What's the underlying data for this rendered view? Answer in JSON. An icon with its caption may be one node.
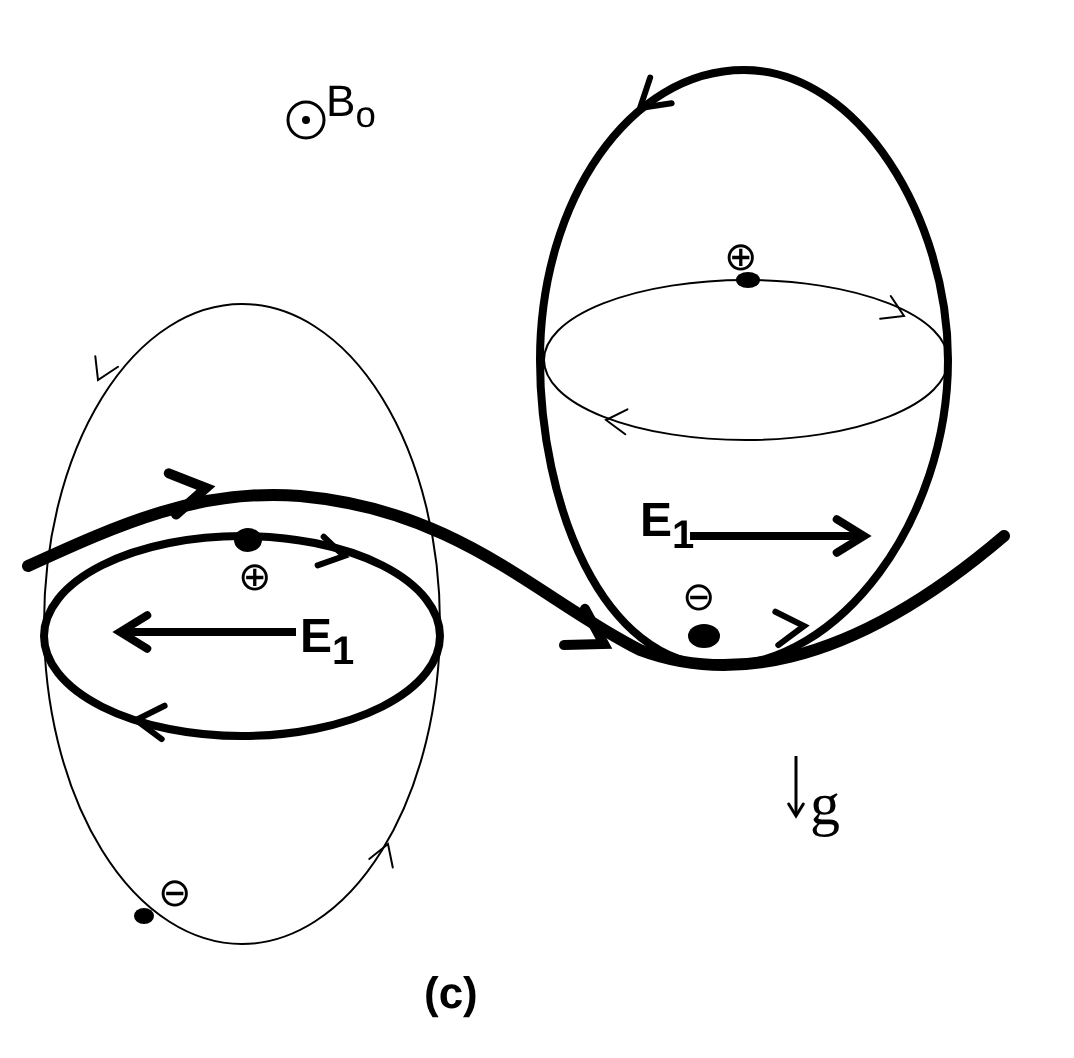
{
  "diagram": {
    "caption": "(c)",
    "labels": [
      "B$_{o}$",
      "⊕",
      "E$_{1}$",
      "⊕",
      "⊖",
      "E$_{1}$",
      "g",
      "⊖"
    ]
  }
}
